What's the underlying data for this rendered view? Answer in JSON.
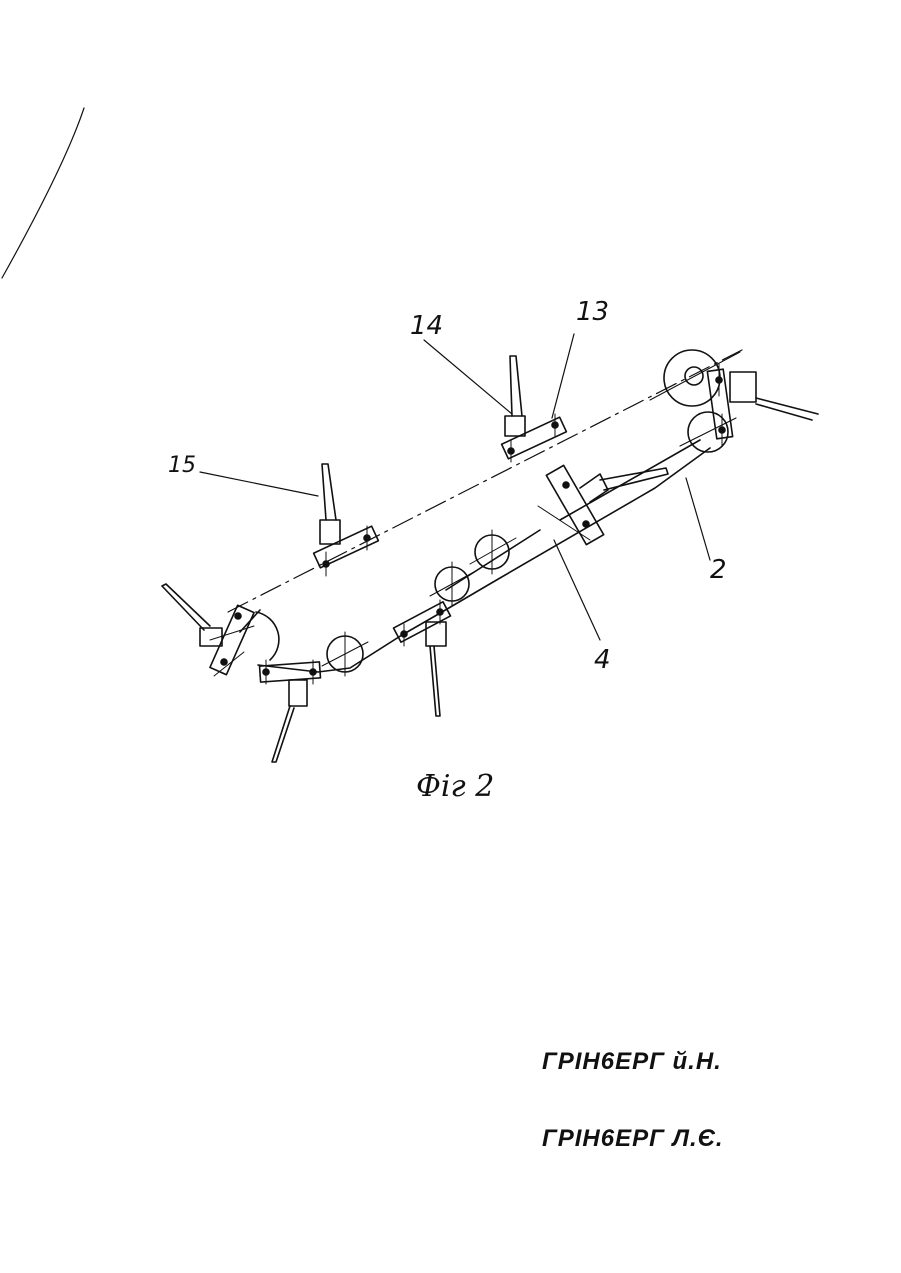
{
  "figure": {
    "caption": "Фіг 2",
    "callouts": [
      "14",
      "13",
      "15",
      "2",
      "4"
    ]
  },
  "authors": [
    "ГРІН6ЕРГ й.Н.",
    "ГРІН6ЕРГ Л.Є."
  ]
}
